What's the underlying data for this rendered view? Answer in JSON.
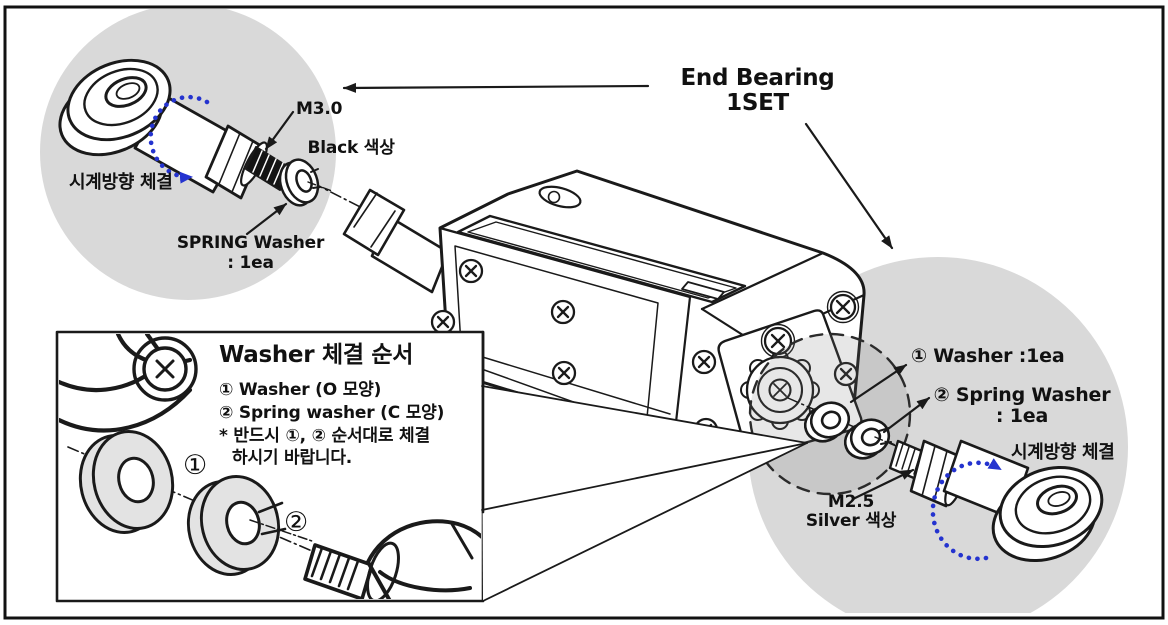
{
  "title": {
    "line1": "End Bearing",
    "line2": "1SET"
  },
  "top_left_bearing": {
    "clockwise_label": "시계방향 체결",
    "bolt_size": "M3.0",
    "bolt_color": "Black 색상",
    "washer_line1": "SPRING Washer",
    "washer_line2": ": 1ea"
  },
  "bottom_right_bearing": {
    "washer_label": "① Washer :1ea",
    "spring_washer_line1": "② Spring Washer",
    "spring_washer_line2": ": 1ea",
    "clockwise_label": "시계방향 체결",
    "bolt_size": "M2.5",
    "bolt_color": "Silver 색상"
  },
  "instruction_box": {
    "title": "Washer 체결 순서",
    "lines": [
      "① Washer (O 모양)",
      "② Spring washer (C 모양)",
      "* 반드시 ①, ② 순서대로 체결",
      "하시기 바랍니다."
    ],
    "figure_label_washer": "①",
    "figure_label_spring_washer": "②"
  },
  "colors": {
    "highlight_gray": "#d9d9d9",
    "washer_gray": "#e3e3e3",
    "arrow_blue": "#2433cf",
    "line_black": "#1a1a1a"
  }
}
